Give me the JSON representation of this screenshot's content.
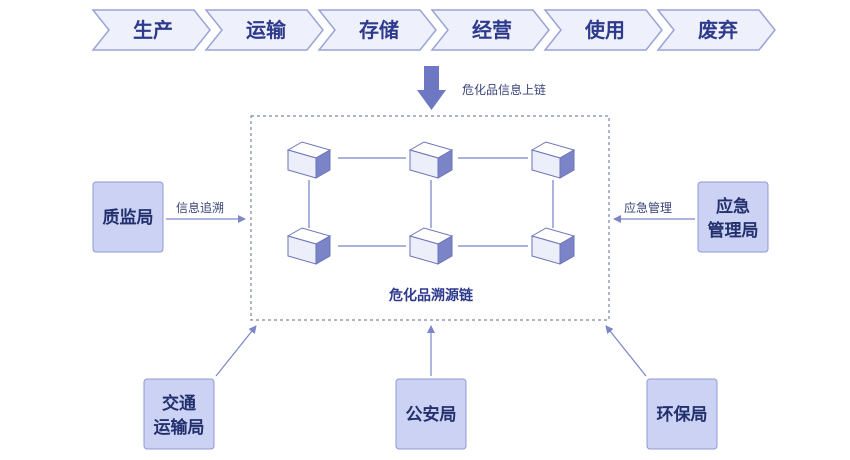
{
  "process_steps": [
    "生产",
    "运输",
    "存储",
    "经营",
    "使用",
    "废弃"
  ],
  "upload_label": "危化品信息上链",
  "chain_label": "危化品溯源链",
  "agencies": {
    "quality": [
      "质监局"
    ],
    "emergency": [
      "应急",
      "管理局"
    ],
    "transport": [
      "交通",
      "运输局"
    ],
    "police": [
      "公安局"
    ],
    "environment": [
      "环保局"
    ]
  },
  "edge_labels": {
    "trace": "信息追溯",
    "emergency": "应急管理"
  },
  "colors": {
    "chevron_fill": "#eef0fb",
    "chevron_stroke": "#9aa3d6",
    "text": "#2e3a8c",
    "box_fill": "#ccd2f3",
    "box_stroke": "#8f98d3",
    "arrow": "#7c86c8",
    "cube_top": "#ffffff",
    "cube_front": "#eceefa",
    "cube_side": "#7b84c7"
  },
  "icons": {
    "block": "cube-icon"
  }
}
